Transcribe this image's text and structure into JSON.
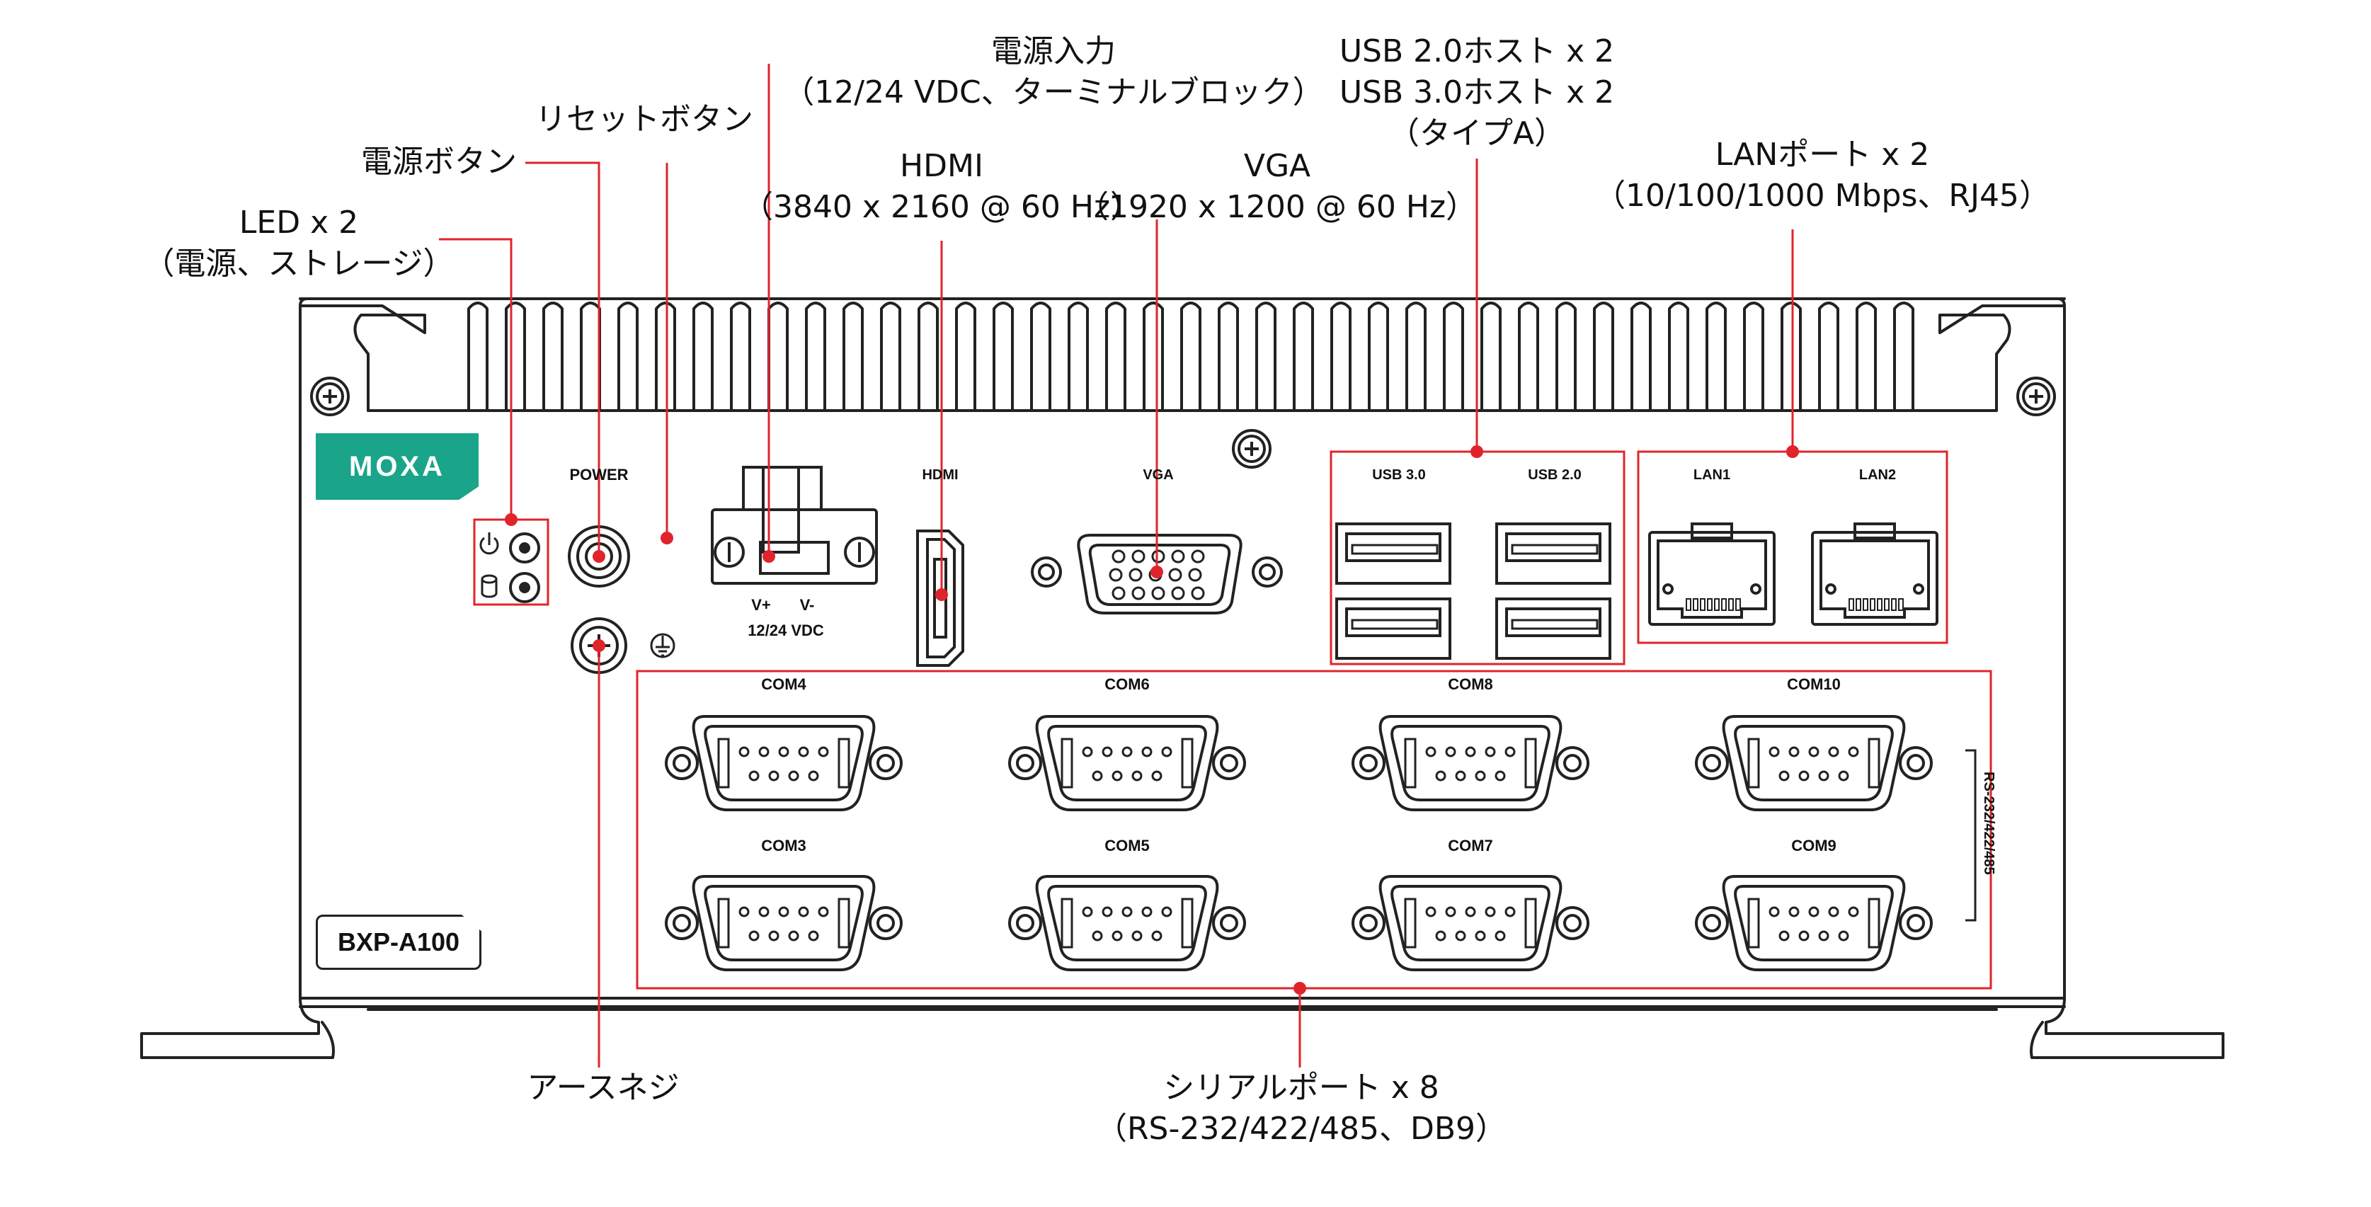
{
  "callouts": {
    "led": [
      "LED x 2",
      "（電源、ストレージ）"
    ],
    "power_button": [
      "電源ボタン"
    ],
    "reset_button": [
      "リセットボタン"
    ],
    "power_input": [
      "電源入力",
      "（12/24 VDC、ターミナルブロック）"
    ],
    "hdmi": [
      "HDMI",
      "（3840 x 2160 @ 60 Hz）"
    ],
    "vga": [
      "VGA",
      "（1920 x 1200 @ 60 Hz）"
    ],
    "usb": [
      "USB 2.0ホスト x 2",
      "USB 3.0ホスト x 2",
      "（タイプA）"
    ],
    "lan": [
      "LANポート x 2",
      "（10/100/1000 Mbps、RJ45）"
    ],
    "ground": [
      "アースネジ"
    ],
    "serial": [
      "シリアルポート x 8",
      "（RS-232/422/485、DB9）"
    ]
  },
  "panel": {
    "logo": "MOXA",
    "model": "BXP-A100",
    "power_label": "POWER",
    "vplus": "V+",
    "vminus": "V-",
    "vdc": "12/24 VDC",
    "hdmi_label": "HDMI",
    "vga_label": "VGA",
    "usb3_label": "USB 3.0",
    "usb2_label": "USB 2.0",
    "lan1_label": "LAN1",
    "lan2_label": "LAN2",
    "com_top": [
      "COM4",
      "COM6",
      "COM8",
      "COM10"
    ],
    "com_bottom": [
      "COM3",
      "COM5",
      "COM7",
      "COM9"
    ],
    "rs_label": "RS-232/422/485"
  },
  "colors": {
    "accent": "#e0242b",
    "outline": "#222222",
    "logo": "#1aa58a"
  },
  "icons": [
    "power-icon",
    "storage-icon",
    "ground-icon",
    "screw-icon"
  ]
}
